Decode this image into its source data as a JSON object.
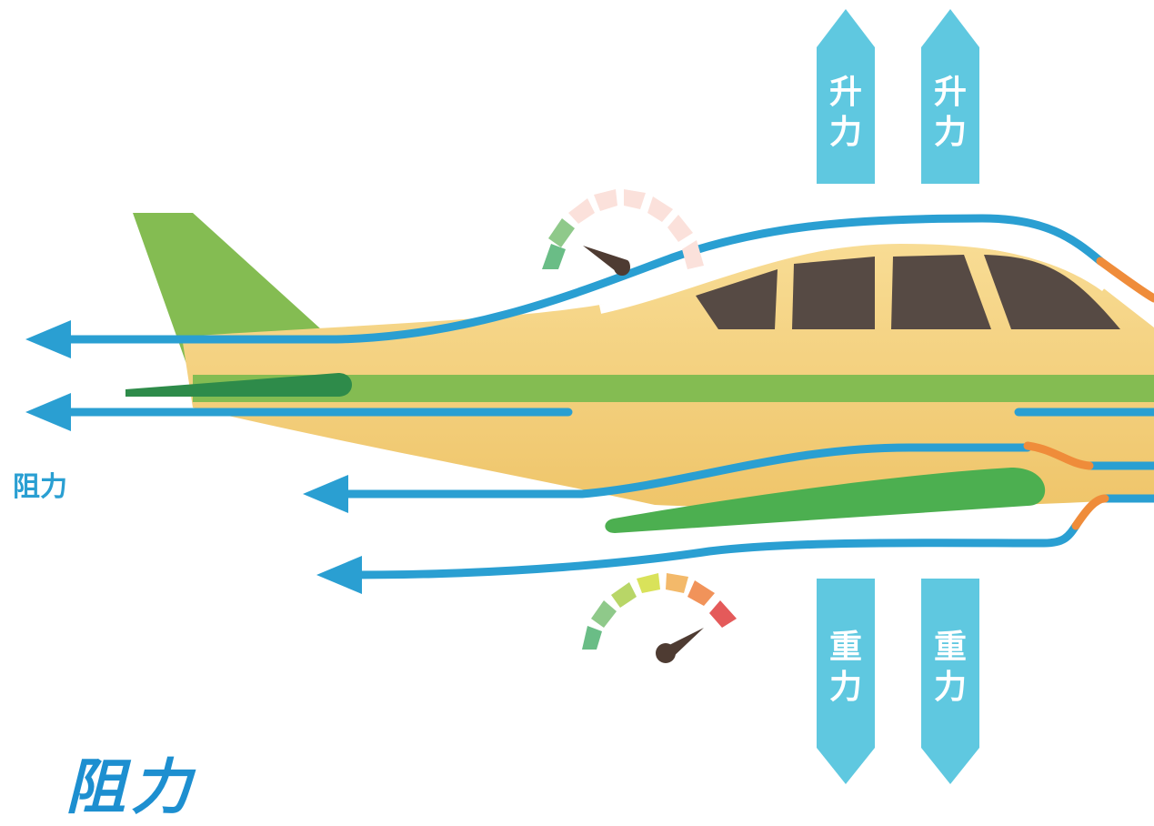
{
  "lift_arrows": [
    {
      "label": "升力"
    },
    {
      "label": "升力"
    }
  ],
  "gravity_arrows": [
    {
      "label": "重力"
    },
    {
      "label": "重力"
    }
  ],
  "drag_label": "阻力",
  "drag_title": "阻力",
  "gauges": [
    {
      "name": "upper-speed-gauge",
      "level": 0.2
    },
    {
      "name": "lower-speed-gauge",
      "level": 0.85
    }
  ],
  "colors": {
    "airflow": "#2a9fd2",
    "force_arrow": "#5fc8e0",
    "fuselage": "#f3cf78",
    "stripe": "#84bc52",
    "tail": "#84bc52",
    "wing": "#4caf50",
    "window": "#564a44",
    "turbulence": "#ef8c3a"
  }
}
